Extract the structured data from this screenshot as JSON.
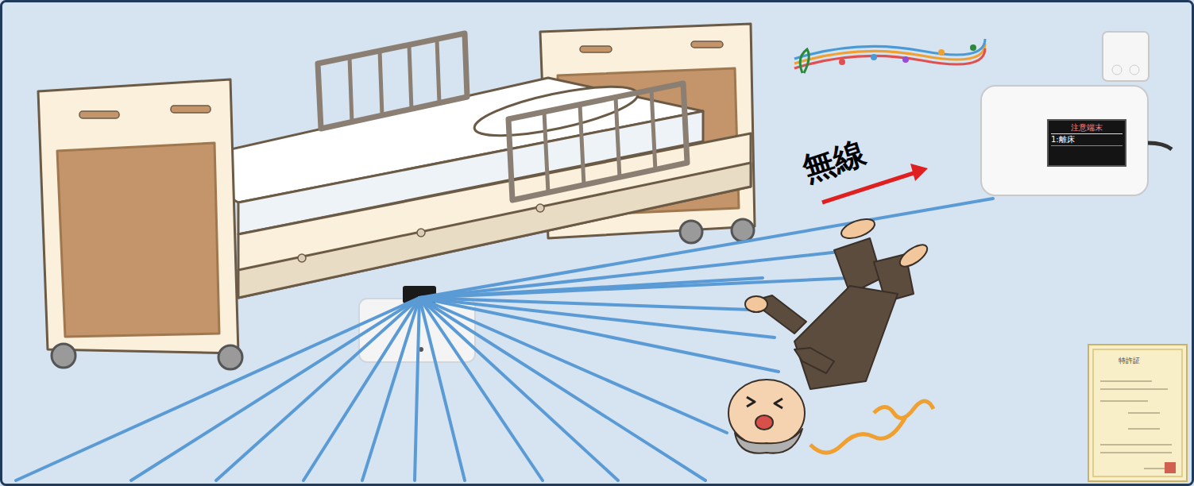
{
  "diagram": {
    "nodes": [
      {
        "text": [
          "注意端末",
          "1:離床"
        ]
      }
    ],
    "labels": [
      "無線",
      "特許証"
    ]
  }
}
